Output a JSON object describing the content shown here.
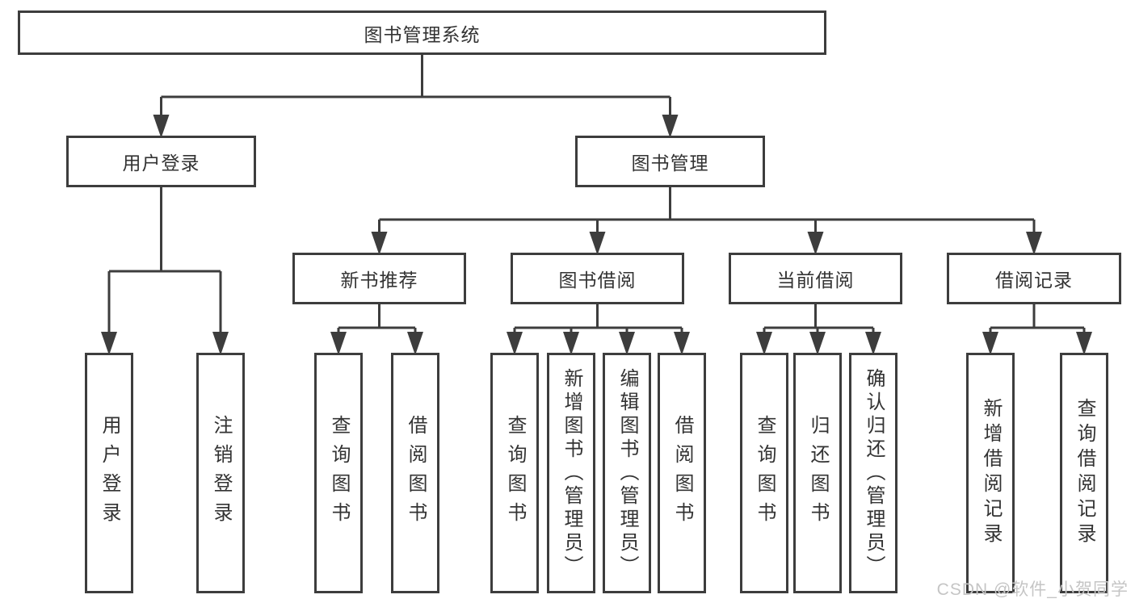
{
  "diagram": {
    "root": {
      "label": "图书管理系统"
    },
    "children": [
      {
        "label": "用户登录",
        "children": [
          {
            "label": "用户登录"
          },
          {
            "label": "注销登录"
          }
        ]
      },
      {
        "label": "图书管理",
        "children": [
          {
            "label": "新书推荐",
            "children": [
              {
                "label": "查询图书"
              },
              {
                "label": "借阅图书"
              }
            ]
          },
          {
            "label": "图书借阅",
            "children": [
              {
                "label": "查询图书"
              },
              {
                "label": "新增图书（管理员）"
              },
              {
                "label": "编辑图书（管理员）"
              },
              {
                "label": "借阅图书"
              }
            ]
          },
          {
            "label": "当前借阅",
            "children": [
              {
                "label": "查询图书"
              },
              {
                "label": "归还图书"
              },
              {
                "label": "确认归还（管理员）"
              }
            ]
          },
          {
            "label": "借阅记录",
            "children": [
              {
                "label": "新增借阅记录"
              },
              {
                "label": "查询借阅记录"
              }
            ]
          }
        ]
      }
    ]
  },
  "watermark": "CSDN @软件_小贺同学",
  "colors": {
    "line": "#3d3d3d",
    "text": "#333333",
    "background": "#ffffff",
    "watermark": "#c5c5c5"
  }
}
